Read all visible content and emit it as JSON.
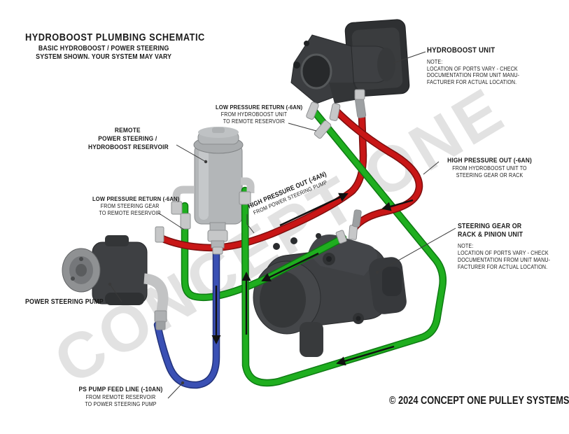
{
  "title": {
    "heading": "HYDROBOOST PLUMBING SCHEMATIC",
    "sub1": "BASIC HYDROBOOST / POWER STEERING",
    "sub2": "SYSTEM SHOWN. YOUR SYSTEM MAY VARY"
  },
  "labels": {
    "hydroboost_unit": {
      "title": "HYDROBOOST UNIT",
      "note": [
        "NOTE:",
        "LOCATION OF PORTS VARY - CHECK",
        "DOCUMENTATION FROM UNIT MANU-",
        "FACTURER FOR ACTUAL LOCATION."
      ]
    },
    "low_pressure_return_hydroboost": {
      "title": "LOW PRESSURE RETURN (-6AN)",
      "lines": [
        "FROM HYDROBOOST UNIT",
        "TO REMOTE RESERVOIR"
      ]
    },
    "reservoir": {
      "lines": [
        "REMOTE",
        "POWER STEERING /",
        "HYDROBOOST RESERVOIR"
      ]
    },
    "high_pressure_out_hydroboost": {
      "title": "HIGH PRESSURE OUT (-6AN)",
      "lines": [
        "FROM HYDROBOOST UNIT TO",
        "STEERING GEAR OR RACK"
      ]
    },
    "low_pressure_return_gear": {
      "title": "LOW PRESSURE RETURN (-6AN)",
      "lines": [
        "FROM STEERING GEAR",
        "TO REMOTE RESERVOIR"
      ]
    },
    "high_pressure_out_pump": {
      "title": "HIGH PRESSURE OUT (-6AN)",
      "lines": [
        "FROM POWER STEERING PUMP"
      ]
    },
    "steering_gear": {
      "title1": "STEERING GEAR OR",
      "title2": "RACK & PINION UNIT",
      "note": [
        "NOTE:",
        "LOCATION OF PORTS VARY - CHECK",
        "DOCUMENTATION FROM UNIT MANU-",
        "FACTURER FOR ACTUAL LOCATION."
      ]
    },
    "power_steering_pump": {
      "title": "POWER STEERING PUMP"
    },
    "ps_pump_feed": {
      "title": "PS PUMP FEED LINE (-10AN)",
      "lines": [
        "FROM REMOTE RESERVOIR",
        "TO POWER STEERING PUMP"
      ]
    },
    "copyright": "© 2024 CONCEPT ONE PULLEY SYSTEMS",
    "watermark": "CONCEPT ONE"
  },
  "colors": {
    "hose_green": "#1fae1f",
    "hose_red": "#c81616",
    "hose_blue": "#3a50b4",
    "component_dark": "#3e4043",
    "component_light": "#b3b6b8",
    "fitting": "#c6c7c8",
    "text_color": "#1a1a1a",
    "watermark_color": "rgba(150,150,150,0.28)"
  }
}
